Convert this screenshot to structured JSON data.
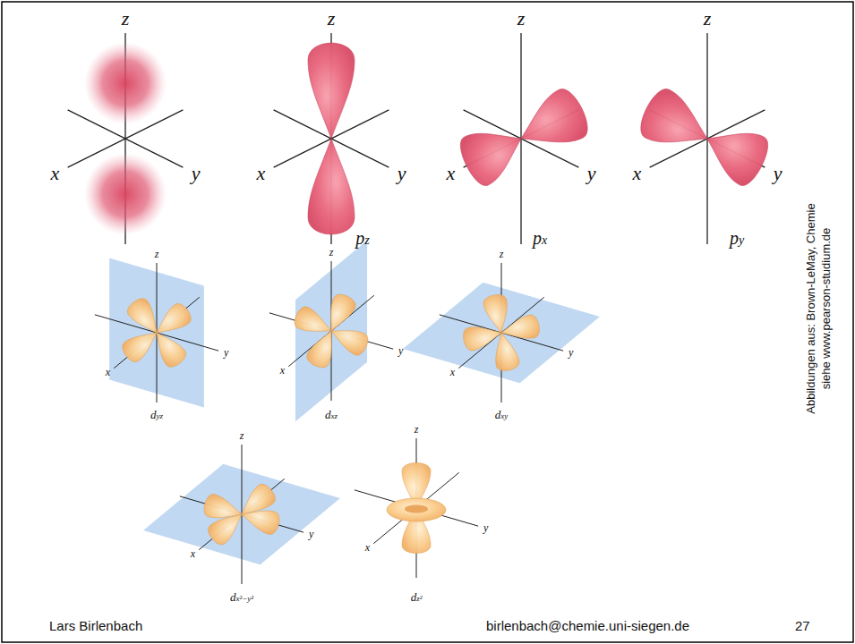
{
  "diagram": {
    "labels": [
      "z",
      "x",
      "y",
      "z",
      "x",
      "y",
      "pz",
      "z",
      "x",
      "y",
      "px",
      "z",
      "x",
      "y",
      "py",
      "z",
      "x",
      "y",
      "dyz",
      "z",
      "x",
      "y",
      "dxz",
      "z",
      "x",
      "y",
      "dxy",
      "z",
      "x",
      "y",
      "dx²−y²",
      "z",
      "x",
      "y",
      "dz²",
      "Abbildungen aus: Brown-LeMay, Chemie",
      "siehe www.pearson-studium.de",
      "Lars Birlenbach",
      "birlenbach@chemie.uni-siegen.de",
      "27"
    ]
  }
}
